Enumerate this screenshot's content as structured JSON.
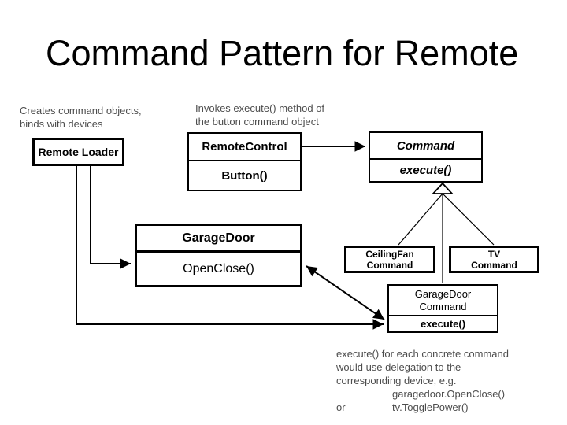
{
  "slide": {
    "title": "Command Pattern for Remote"
  },
  "notes": {
    "creates": {
      "line1": "Creates command objects,",
      "line2": "binds with devices"
    },
    "invokes": {
      "line1": "Invokes execute() method of",
      "line2": "the button command object"
    },
    "delegation": {
      "line1": "execute() for each concrete command",
      "line2": "would use delegation to the",
      "line3": "corresponding device, e.g.",
      "line4": "garagedoor.OpenClose()",
      "line5_prefix": "or",
      "line5": "tv.TogglePower()"
    }
  },
  "classes": {
    "remote_loader": {
      "name": "Remote Loader"
    },
    "remote_control": {
      "name": "RemoteControl",
      "method": "Button()"
    },
    "command": {
      "name": "Command",
      "method": "execute()"
    },
    "garage_door": {
      "name": "GarageDoor",
      "method": "OpenClose()"
    },
    "ceiling_fan_command": {
      "name_line1": "CeilingFan",
      "name_line2": "Command"
    },
    "tv_command": {
      "name_line1": "TV",
      "name_line2": "Command"
    },
    "garage_door_command": {
      "name_line1": "GarageDoor",
      "name_line2": "Command",
      "method": "execute()"
    }
  },
  "colors": {
    "background": "#ffffff",
    "box_border": "#000000",
    "box_text": "#000000",
    "annotation_text": "#4d4d4d"
  }
}
